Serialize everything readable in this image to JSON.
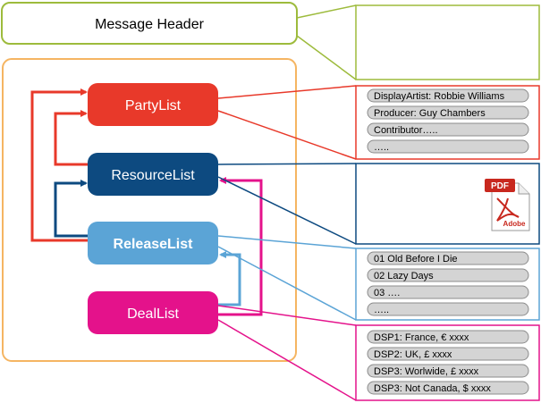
{
  "header": {
    "label": "Message Header"
  },
  "lists": {
    "party": "PartyList",
    "resource": "ResourceList",
    "release": "ReleaseList",
    "deal": "DealList"
  },
  "party_items": [
    "DisplayArtist: Robbie Williams",
    "Producer: Guy Chambers",
    "Contributor…..",
    "….."
  ],
  "resource_icon": {
    "name": "pdf-document-icon",
    "text_top": "PDF",
    "text_bottom": "Adobe"
  },
  "release_items": [
    "01 Old Before I Die",
    "02 Lazy Days",
    "03 ….",
    "….."
  ],
  "deal_items": [
    "DSP1: France, € xxxx",
    "DSP2: UK, £ xxxx",
    "DSP3: Worlwide, £ xxxx",
    "DSP3: Not Canada, $ xxxx"
  ],
  "colors": {
    "header_border": "#9dbb3c",
    "container_border": "#f5b562",
    "party": "#e8392a",
    "resource": "#0d4a80",
    "release": "#5ba4d6",
    "deal": "#e4128b",
    "pill_fill": "#d4d4d4",
    "pill_border": "#8c8c8c"
  }
}
